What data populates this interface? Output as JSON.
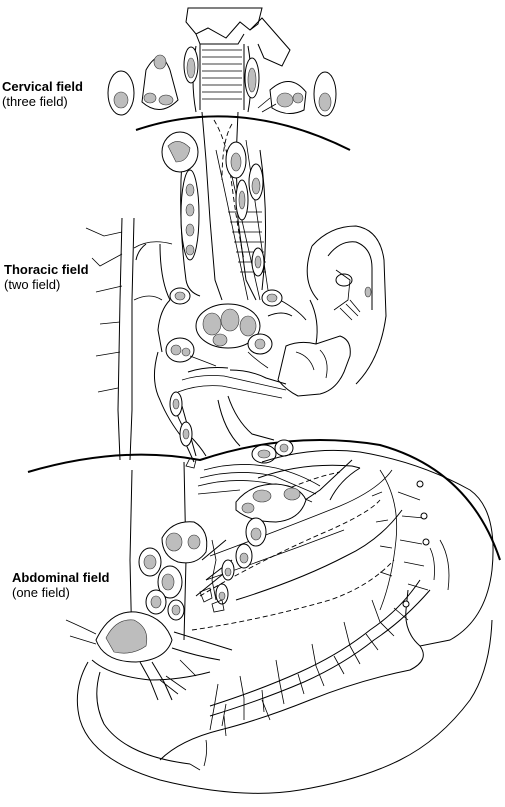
{
  "fields": {
    "cervical": {
      "title": "Cervical field",
      "subtitle": "(three field)"
    },
    "thoracic": {
      "title": "Thoracic field",
      "subtitle": "(two field)"
    },
    "abdominal": {
      "title": "Abdominal field",
      "subtitle": "(one field)"
    }
  },
  "colors": {
    "ink": "#000000",
    "node_fill": "#bdbdbd",
    "background": "#ffffff"
  }
}
